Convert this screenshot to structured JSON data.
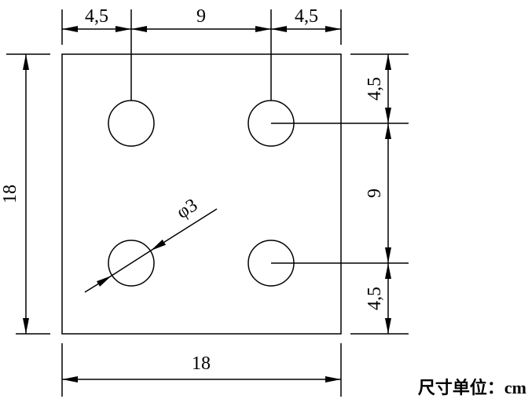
{
  "drawing": {
    "top_dims": [
      "4,5",
      "9",
      "4,5"
    ],
    "left_dim": "18",
    "right_dims": [
      "4,5",
      "9",
      "4,5"
    ],
    "bottom_dim": "18",
    "hole_diameter": "φ3",
    "unit_note": "尺寸单位：cm",
    "line_color": "#000000"
  }
}
